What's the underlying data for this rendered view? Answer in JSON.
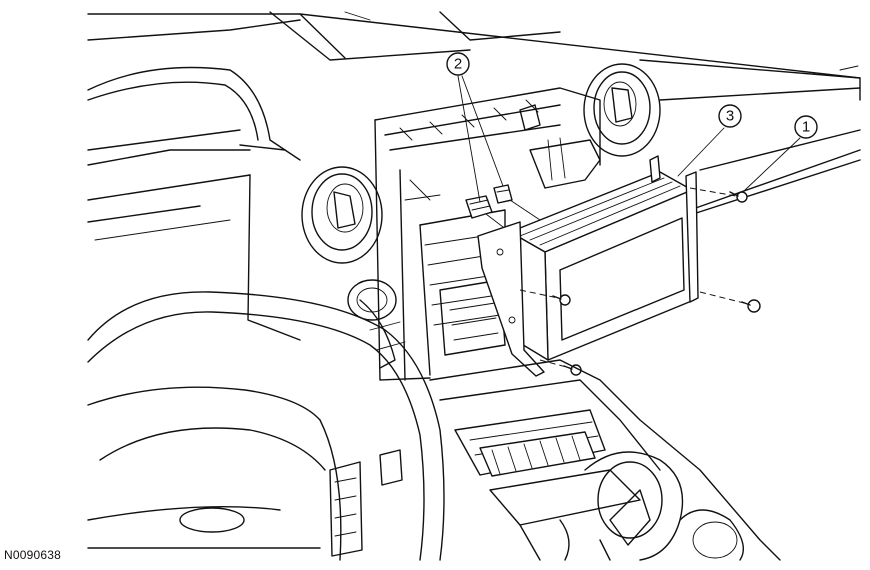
{
  "figure": {
    "id": "N0090638"
  },
  "callouts": [
    {
      "label": "1"
    },
    {
      "label": "2"
    },
    {
      "label": "3"
    }
  ]
}
